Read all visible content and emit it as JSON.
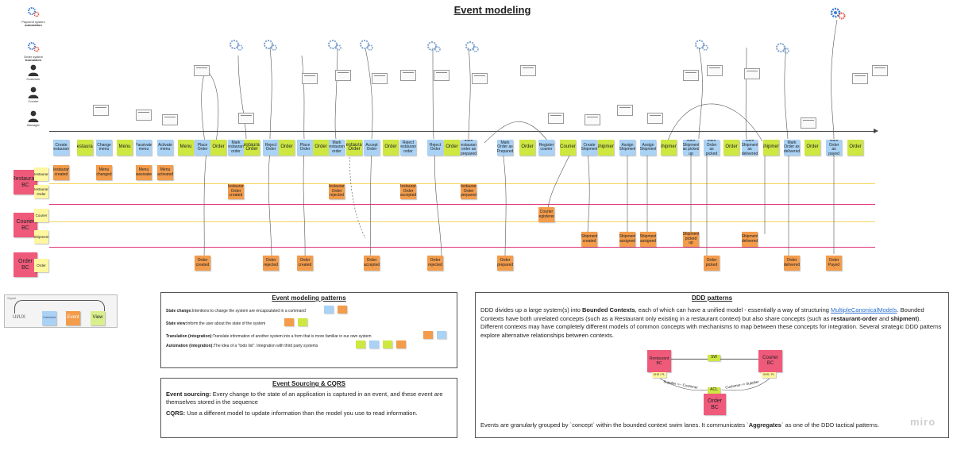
{
  "title": "Event modeling",
  "actors": [
    {
      "line1": "Payment system",
      "line2": "automation"
    },
    {
      "line1": "Order system",
      "line2": "translators"
    },
    {
      "line1": "Customer",
      "line2": ""
    },
    {
      "line1": "Courier",
      "line2": ""
    },
    {
      "line1": "Manager",
      "line2": ""
    }
  ],
  "bcs": [
    {
      "label": "Restaurant BC",
      "lanes": [
        "Restaurant",
        "Restaurant Order"
      ]
    },
    {
      "label": "Courier BC",
      "lanes": [
        "Courier",
        "Shipment"
      ]
    },
    {
      "label": "Order BC",
      "lanes": [
        "Order"
      ]
    }
  ],
  "timeline_row": [
    {
      "t": "cmd",
      "label": "Create restaurant"
    },
    {
      "t": "agg",
      "label": "Restaurant"
    },
    {
      "t": "cmd",
      "label": "Change menu"
    },
    {
      "t": "agg",
      "label": "Menu"
    },
    {
      "t": "cmd",
      "label": "Passivate menu"
    },
    {
      "t": "cmd",
      "label": "Activate menu"
    },
    {
      "t": "agg",
      "label": "Menu"
    },
    {
      "t": "cmd",
      "label": "Place Order"
    },
    {
      "t": "agg",
      "label": "Order"
    },
    {
      "t": "cmd",
      "label": "Mark restaurant order"
    },
    {
      "t": "agg",
      "label": "Restaurant Order"
    },
    {
      "t": "cmd",
      "label": "Reject Order"
    },
    {
      "t": "agg",
      "label": "Order"
    },
    {
      "t": "cmd",
      "label": "Place Order"
    },
    {
      "t": "agg",
      "label": "Order"
    },
    {
      "t": "cmd",
      "label": "Mark restaurant order"
    },
    {
      "t": "agg",
      "label": "Restaurant Order"
    },
    {
      "t": "cmd",
      "label": "Accept Order"
    },
    {
      "t": "agg",
      "label": "Order"
    },
    {
      "t": "cmd",
      "label": "Reject restaurant order"
    },
    {
      "t": "cmd",
      "label": "Reject Order"
    },
    {
      "t": "agg",
      "label": "Order"
    },
    {
      "t": "cmd",
      "label": "Mark restaurant order as prepared"
    },
    {
      "t": "cmd",
      "label": "Mark Order as Prepared"
    },
    {
      "t": "agg",
      "label": "Order"
    },
    {
      "t": "cmd",
      "label": "Register courier"
    },
    {
      "t": "agg",
      "label": "Courier"
    },
    {
      "t": "cmd",
      "label": "Create Shipment"
    },
    {
      "t": "agg",
      "label": "Shipment"
    },
    {
      "t": "cmd",
      "label": "Assign Shipment"
    },
    {
      "t": "cmd",
      "label": "Assign Shipment"
    },
    {
      "t": "agg",
      "label": "Shipment"
    },
    {
      "t": "cmd",
      "label": "Mark Shipment as picked up"
    },
    {
      "t": "cmd",
      "label": "Mark Order as picked"
    },
    {
      "t": "agg",
      "label": "Order"
    },
    {
      "t": "cmd",
      "label": "Mark Shipment as delivered"
    },
    {
      "t": "agg",
      "label": "Shipment"
    },
    {
      "t": "cmd",
      "label": "Mark Order as delivered"
    },
    {
      "t": "agg",
      "label": "Order"
    },
    {
      "t": "cmd",
      "label": "Mark Order as payed"
    },
    {
      "t": "agg",
      "label": "Order"
    }
  ],
  "events": [
    {
      "label": "Restaurant created",
      "row": 0,
      "col": 0
    },
    {
      "label": "Menu changed",
      "row": 0,
      "col": 2
    },
    {
      "label": "Menu passivated",
      "row": 0,
      "col": 4
    },
    {
      "label": "Menu activated",
      "row": 0,
      "col": 5
    },
    {
      "label": "Restaurant Order created",
      "row": 1,
      "col": 9
    },
    {
      "label": "Restaurant Order rejected",
      "row": 1,
      "col": 15
    },
    {
      "label": "Restaurant Order accepted",
      "row": 1,
      "col": 19
    },
    {
      "label": "Restaurant Order prepared",
      "row": 1,
      "col": 22
    },
    {
      "label": "Courier registered",
      "row": 2,
      "col": 25
    },
    {
      "label": "Shipment created",
      "row": 3,
      "col": 27
    },
    {
      "label": "Shipment assigned",
      "row": 3,
      "col": 29
    },
    {
      "label": "Shipment assigned",
      "row": 3,
      "col": 30
    },
    {
      "label": "Shipment picked up",
      "row": 3,
      "col": 32
    },
    {
      "label": "Shipment delivered",
      "row": 3,
      "col": 35
    },
    {
      "label": "Order created",
      "row": 4,
      "col": 7
    },
    {
      "label": "Order rejected",
      "row": 4,
      "col": 11
    },
    {
      "label": "Order created",
      "row": 4,
      "col": 13
    },
    {
      "label": "Order accepted",
      "row": 4,
      "col": 17
    },
    {
      "label": "Order rejected",
      "row": 4,
      "col": 20
    },
    {
      "label": "Order prepared",
      "row": 4,
      "col": 23
    },
    {
      "label": "Order picked",
      "row": 4,
      "col": 33
    },
    {
      "label": "Order delivered",
      "row": 4,
      "col": 37
    },
    {
      "label": "Order Payed",
      "row": 4,
      "col": 39
    }
  ],
  "legend": {
    "tag": "Signal",
    "ui": "UI/UX",
    "command": "Command",
    "event": "Event",
    "view": "View"
  },
  "patterns": {
    "title": "Event modeling patterns",
    "rows": [
      {
        "name": "State change:",
        "desc": "Intentions to change the system are encapsulated in a command"
      },
      {
        "name": "State view:",
        "desc": "Inform the user about the state of the system"
      },
      {
        "name": "Translation (integration):",
        "desc": "Translate information of another system into a form that is more familiar in our own system"
      },
      {
        "name": "Automation (integration):",
        "desc": "The idea of a \"todo list\". Integration with third party systems"
      }
    ]
  },
  "es": {
    "title": "Event Sourcing & CQRS",
    "p1_b": "Event sourcing:",
    "p1": " Every change to the state of an application is captured in an event, and these event are themselves stored in the sequence",
    "p2_b": "CQRS:",
    "p2": "  Use a different model to update information than the model you use to read information."
  },
  "ddd": {
    "title": "DDD patterns",
    "t1": "DDD divides up a large system(s) into ",
    "t1_b": "Bounded Contexts",
    "t2": ", each of which can have a unified model - essentially a way of structuring ",
    "link": "MultipleCanonicalModels",
    "t3": ". Bounded Contexts have both unrelated concepts (such as a Restaurant only existing in a restaurant context) but also share concepts (such as ",
    "t3_b1": "restaurant-order",
    "t3_and": " and ",
    "t3_b2": "shipment",
    "t4": "). Different contexts may have completely different models of common concepts with mechanisms to map between these concepts for integration. Several strategic DDD patterns explore alternative relationships between contexts.",
    "bc_rest": "Restaurant BC",
    "bc_courier": "Courier BC",
    "bc_order": "Order BC",
    "sw": "SW",
    "acl": "ACL",
    "supplier_left": "Supplier <-- Customer",
    "supplier_right": "Customer--> Supplier",
    "ohs1": "OHS / PL",
    "ohs2": "OHS / PL",
    "bottom1": "Events are granularly grouped by `concept` within the bounded context swim lanes. It communicates `",
    "bottom_b": "Aggregates",
    "bottom2": "` as one of the DDD tactical patterns."
  },
  "watermark": "miro",
  "colors": {
    "command": "#a9d2f5",
    "aggregate": "#cee741",
    "event": "#f39c4c",
    "bc": "#ef5a7b",
    "lane_yellow": "#f5d35b",
    "lane_pink": "#e0357a"
  }
}
